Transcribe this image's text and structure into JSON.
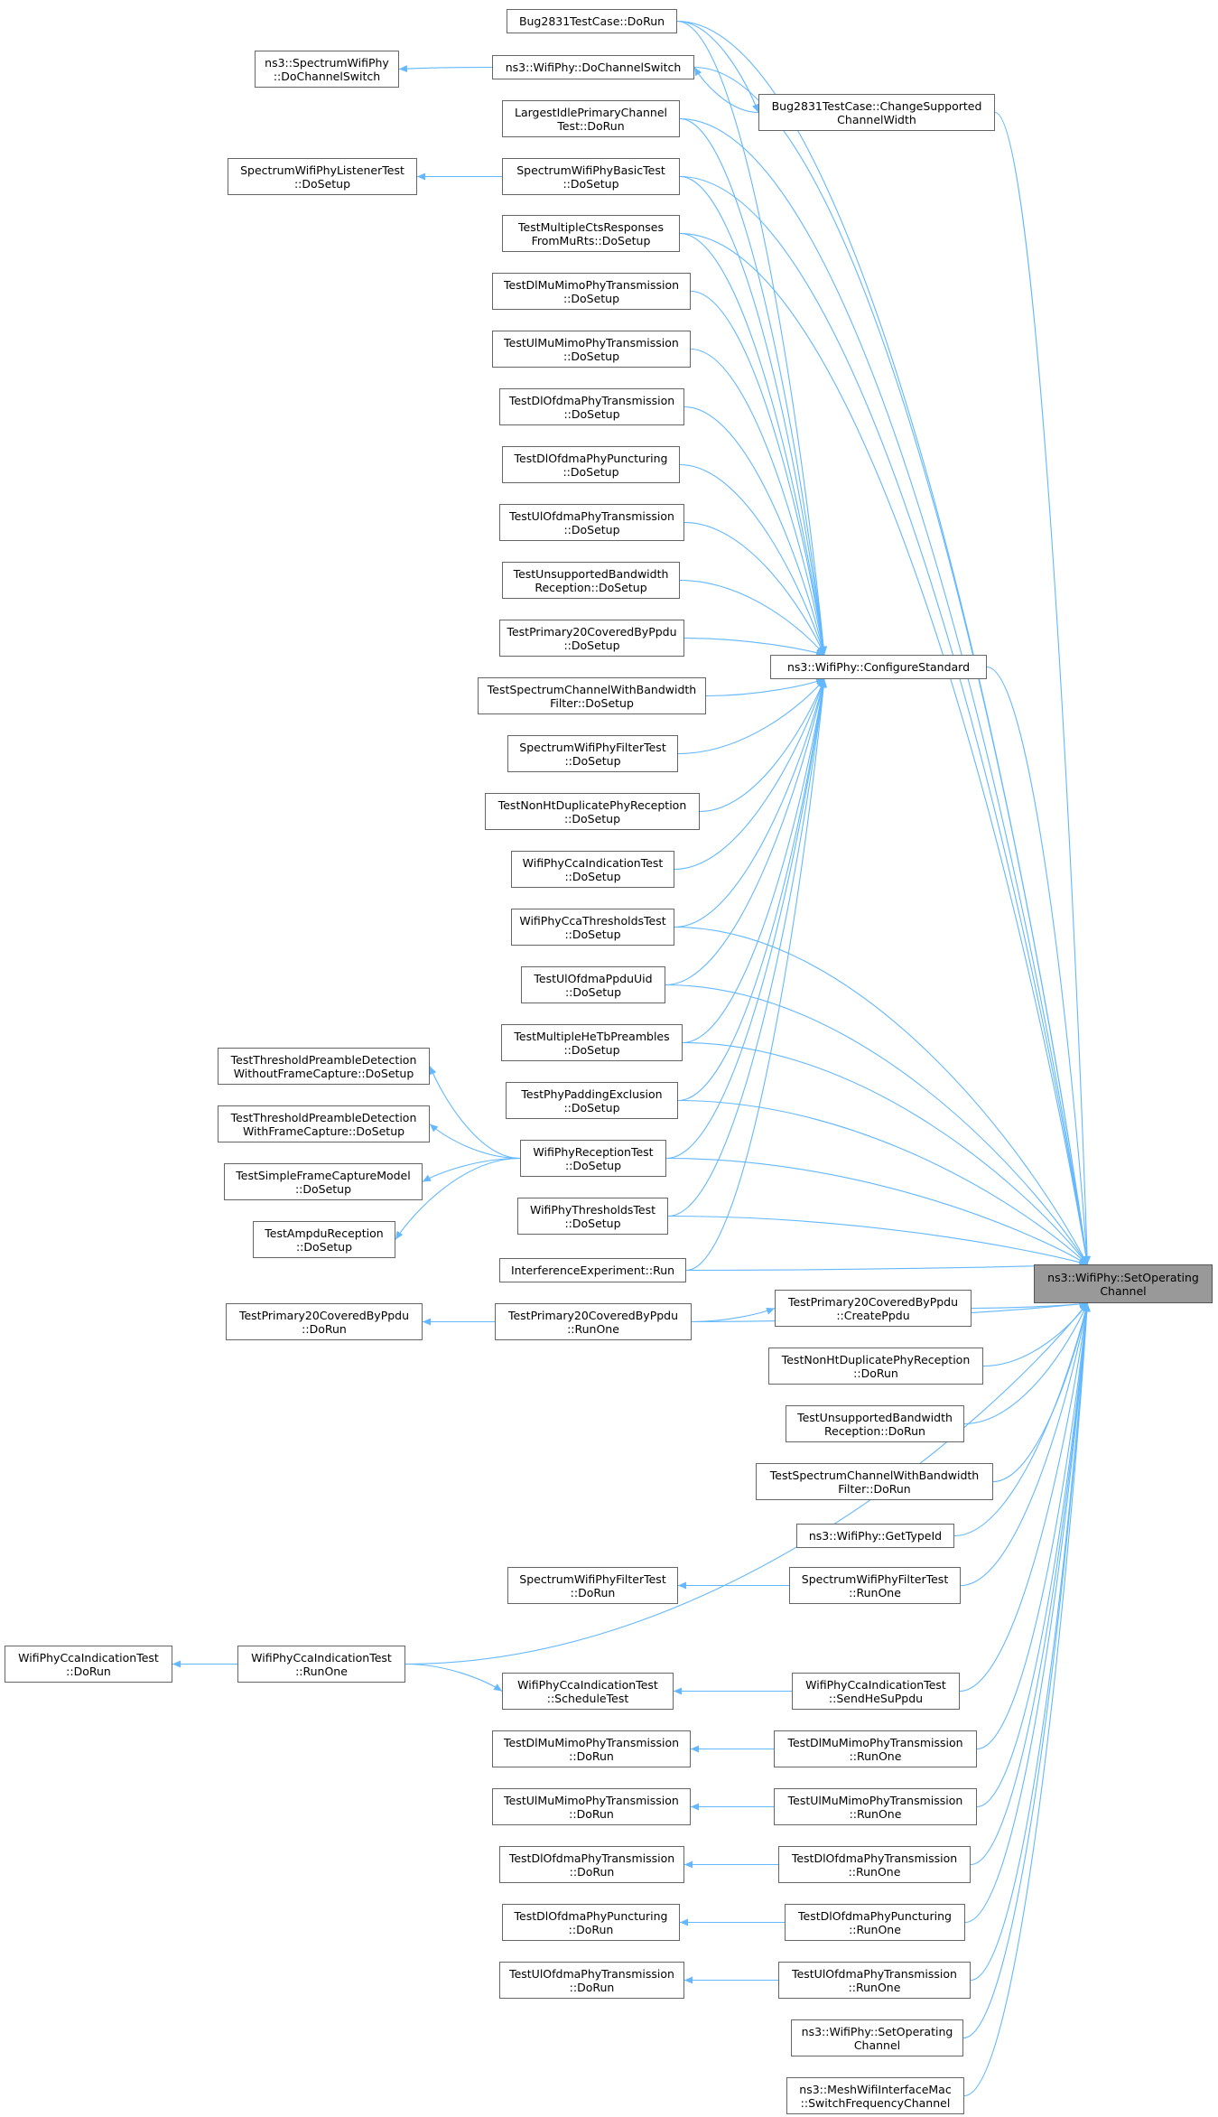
{
  "colors": {
    "edge": "#63b8ff",
    "node_border": "#666666",
    "focus_fill": "#999999",
    "background": "#ffffff"
  },
  "target_node": "setop",
  "nodes": [
    {
      "id": "setop",
      "lines": [
        "ns3::WifiPhy::SetOperating",
        "Channel"
      ],
      "focus": true
    },
    {
      "id": "bug_dorun",
      "lines": [
        "Bug2831TestCase::DoRun"
      ]
    },
    {
      "id": "spec_dochsw",
      "lines": [
        "ns3::SpectrumWifiPhy",
        "::DoChannelSwitch"
      ]
    },
    {
      "id": "dochsw",
      "lines": [
        "ns3::WifiPhy::DoChannelSwitch"
      ]
    },
    {
      "id": "bug_change",
      "lines": [
        "Bug2831TestCase::ChangeSupported",
        "ChannelWidth"
      ]
    },
    {
      "id": "largest",
      "lines": [
        "LargestIdlePrimaryChannel",
        "Test::DoRun"
      ]
    },
    {
      "id": "listener",
      "lines": [
        "SpectrumWifiPhyListenerTest",
        "::DoSetup"
      ]
    },
    {
      "id": "basic",
      "lines": [
        "SpectrumWifiPhyBasicTest",
        "::DoSetup"
      ]
    },
    {
      "id": "multicts",
      "lines": [
        "TestMultipleCtsResponses",
        "FromMuRts::DoSetup"
      ]
    },
    {
      "id": "dlmumimo_setup",
      "lines": [
        "TestDlMuMimoPhyTransmission",
        "::DoSetup"
      ]
    },
    {
      "id": "ulmumimo_setup",
      "lines": [
        "TestUlMuMimoPhyTransmission",
        "::DoSetup"
      ]
    },
    {
      "id": "dlofdma_setup",
      "lines": [
        "TestDlOfdmaPhyTransmission",
        "::DoSetup"
      ]
    },
    {
      "id": "dlpunct_setup",
      "lines": [
        "TestDlOfdmaPhyPuncturing",
        "::DoSetup"
      ]
    },
    {
      "id": "ulofdma_setup",
      "lines": [
        "TestUlOfdmaPhyTransmission",
        "::DoSetup"
      ]
    },
    {
      "id": "unsup_setup",
      "lines": [
        "TestUnsupportedBandwidth",
        "Reception::DoSetup"
      ]
    },
    {
      "id": "prim20_setup",
      "lines": [
        "TestPrimary20CoveredByPpdu",
        "::DoSetup"
      ]
    },
    {
      "id": "configstd",
      "lines": [
        "ns3::WifiPhy::ConfigureStandard"
      ]
    },
    {
      "id": "specchan_setup",
      "lines": [
        "TestSpectrumChannelWithBandwidth",
        "Filter::DoSetup"
      ]
    },
    {
      "id": "filter_setup",
      "lines": [
        "SpectrumWifiPhyFilterTest",
        "::DoSetup"
      ]
    },
    {
      "id": "nonht_setup",
      "lines": [
        "TestNonHtDuplicatePhyReception",
        "::DoSetup"
      ]
    },
    {
      "id": "cca_setup",
      "lines": [
        "WifiPhyCcaIndicationTest",
        "::DoSetup"
      ]
    },
    {
      "id": "ccathr_setup",
      "lines": [
        "WifiPhyCcaThresholdsTest",
        "::DoSetup"
      ]
    },
    {
      "id": "ppduuid_setup",
      "lines": [
        "TestUlOfdmaPpduUid",
        "::DoSetup"
      ]
    },
    {
      "id": "multihetb_setup",
      "lines": [
        "TestMultipleHeTbPreambles",
        "::DoSetup"
      ]
    },
    {
      "id": "padding_setup",
      "lines": [
        "TestPhyPaddingExclusion",
        "::DoSetup"
      ]
    },
    {
      "id": "thr_without",
      "lines": [
        "TestThresholdPreambleDetection",
        "WithoutFrameCapture::DoSetup"
      ]
    },
    {
      "id": "thr_with",
      "lines": [
        "TestThresholdPreambleDetection",
        "WithFrameCapture::DoSetup"
      ]
    },
    {
      "id": "simplecap",
      "lines": [
        "TestSimpleFrameCaptureModel",
        "::DoSetup"
      ]
    },
    {
      "id": "ampdu",
      "lines": [
        "TestAmpduReception",
        "::DoSetup"
      ]
    },
    {
      "id": "rx_setup",
      "lines": [
        "WifiPhyReceptionTest",
        "::DoSetup"
      ]
    },
    {
      "id": "thresholds_setup",
      "lines": [
        "WifiPhyThresholdsTest",
        "::DoSetup"
      ]
    },
    {
      "id": "interf",
      "lines": [
        "InterferenceExperiment::Run"
      ]
    },
    {
      "id": "prim20_dorun",
      "lines": [
        "TestPrimary20CoveredByPpdu",
        "::DoRun"
      ]
    },
    {
      "id": "prim20_runone",
      "lines": [
        "TestPrimary20CoveredByPpdu",
        "::RunOne"
      ]
    },
    {
      "id": "prim20_create",
      "lines": [
        "TestPrimary20CoveredByPpdu",
        "::CreatePpdu"
      ]
    },
    {
      "id": "nonht_dorun",
      "lines": [
        "TestNonHtDuplicatePhyReception",
        "::DoRun"
      ]
    },
    {
      "id": "unsup_dorun",
      "lines": [
        "TestUnsupportedBandwidth",
        "Reception::DoRun"
      ]
    },
    {
      "id": "specchan_dorun",
      "lines": [
        "TestSpectrumChannelWithBandwidth",
        "Filter::DoRun"
      ]
    },
    {
      "id": "gettypeid",
      "lines": [
        "ns3::WifiPhy::GetTypeId"
      ]
    },
    {
      "id": "filter_dorun",
      "lines": [
        "SpectrumWifiPhyFilterTest",
        "::DoRun"
      ]
    },
    {
      "id": "filter_runone",
      "lines": [
        "SpectrumWifiPhyFilterTest",
        "::RunOne"
      ]
    },
    {
      "id": "cca_dorun",
      "lines": [
        "WifiPhyCcaIndicationTest",
        "::DoRun"
      ]
    },
    {
      "id": "cca_runone",
      "lines": [
        "WifiPhyCcaIndicationTest",
        "::RunOne"
      ]
    },
    {
      "id": "cca_sched",
      "lines": [
        "WifiPhyCcaIndicationTest",
        "::ScheduleTest"
      ]
    },
    {
      "id": "cca_sendhe",
      "lines": [
        "WifiPhyCcaIndicationTest",
        "::SendHeSuPpdu"
      ]
    },
    {
      "id": "dlmumimo_dorun",
      "lines": [
        "TestDlMuMimoPhyTransmission",
        "::DoRun"
      ]
    },
    {
      "id": "dlmumimo_runone",
      "lines": [
        "TestDlMuMimoPhyTransmission",
        "::RunOne"
      ]
    },
    {
      "id": "ulmumimo_dorun",
      "lines": [
        "TestUlMuMimoPhyTransmission",
        "::DoRun"
      ]
    },
    {
      "id": "ulmumimo_runone",
      "lines": [
        "TestUlMuMimoPhyTransmission",
        "::RunOne"
      ]
    },
    {
      "id": "dlofdma_dorun",
      "lines": [
        "TestDlOfdmaPhyTransmission",
        "::DoRun"
      ]
    },
    {
      "id": "dlofdma_runone",
      "lines": [
        "TestDlOfdmaPhyTransmission",
        "::RunOne"
      ]
    },
    {
      "id": "dlpunct_dorun",
      "lines": [
        "TestDlOfdmaPhyPuncturing",
        "::DoRun"
      ]
    },
    {
      "id": "dlpunct_runone",
      "lines": [
        "TestDlOfdmaPhyPuncturing",
        "::RunOne"
      ]
    },
    {
      "id": "ulofdma_dorun",
      "lines": [
        "TestUlOfdmaPhyTransmission",
        "::DoRun"
      ]
    },
    {
      "id": "ulofdma_runone",
      "lines": [
        "TestUlOfdmaPhyTransmission",
        "::RunOne"
      ]
    },
    {
      "id": "setop2",
      "lines": [
        "ns3::WifiPhy::SetOperating",
        "Channel"
      ]
    },
    {
      "id": "mesh",
      "lines": [
        "ns3::MeshWifiInterfaceMac",
        "::SwitchFrequencyChannel"
      ]
    }
  ],
  "edges": [
    [
      "bug_dorun",
      "setop"
    ],
    [
      "bug_dorun",
      "bug_change"
    ],
    [
      "bug_dorun",
      "configstd"
    ],
    [
      "dochsw",
      "spec_dochsw"
    ],
    [
      "dochsw",
      "setop"
    ],
    [
      "bug_change",
      "setop"
    ],
    [
      "bug_change",
      "dochsw"
    ],
    [
      "largest",
      "setop"
    ],
    [
      "largest",
      "configstd"
    ],
    [
      "basic",
      "listener"
    ],
    [
      "basic",
      "setop"
    ],
    [
      "basic",
      "configstd"
    ],
    [
      "multicts",
      "setop"
    ],
    [
      "multicts",
      "configstd"
    ],
    [
      "dlmumimo_setup",
      "configstd"
    ],
    [
      "ulmumimo_setup",
      "configstd"
    ],
    [
      "dlofdma_setup",
      "configstd"
    ],
    [
      "dlpunct_setup",
      "configstd"
    ],
    [
      "ulofdma_setup",
      "configstd"
    ],
    [
      "unsup_setup",
      "configstd"
    ],
    [
      "prim20_setup",
      "configstd"
    ],
    [
      "specchan_setup",
      "configstd"
    ],
    [
      "filter_setup",
      "configstd"
    ],
    [
      "nonht_setup",
      "configstd"
    ],
    [
      "cca_setup",
      "configstd"
    ],
    [
      "ccathr_setup",
      "configstd"
    ],
    [
      "ccathr_setup",
      "setop"
    ],
    [
      "ppduuid_setup",
      "configstd"
    ],
    [
      "ppduuid_setup",
      "setop"
    ],
    [
      "multihetb_setup",
      "configstd"
    ],
    [
      "multihetb_setup",
      "setop"
    ],
    [
      "padding_setup",
      "configstd"
    ],
    [
      "padding_setup",
      "setop"
    ],
    [
      "rx_setup",
      "configstd"
    ],
    [
      "rx_setup",
      "setop"
    ],
    [
      "rx_setup",
      "thr_without"
    ],
    [
      "rx_setup",
      "thr_with"
    ],
    [
      "rx_setup",
      "simplecap"
    ],
    [
      "rx_setup",
      "ampdu"
    ],
    [
      "thresholds_setup",
      "configstd"
    ],
    [
      "thresholds_setup",
      "setop"
    ],
    [
      "interf",
      "configstd"
    ],
    [
      "interf",
      "setop"
    ],
    [
      "configstd",
      "setop"
    ],
    [
      "prim20_runone",
      "prim20_dorun"
    ],
    [
      "prim20_runone",
      "setop"
    ],
    [
      "prim20_runone",
      "prim20_create"
    ],
    [
      "prim20_create",
      "setop"
    ],
    [
      "nonht_dorun",
      "setop"
    ],
    [
      "unsup_dorun",
      "setop"
    ],
    [
      "specchan_dorun",
      "setop"
    ],
    [
      "gettypeid",
      "setop"
    ],
    [
      "filter_runone",
      "filter_dorun"
    ],
    [
      "filter_runone",
      "setop"
    ],
    [
      "cca_runone",
      "cca_dorun"
    ],
    [
      "cca_runone",
      "setop"
    ],
    [
      "cca_runone",
      "cca_sched"
    ],
    [
      "cca_sendhe",
      "cca_sched"
    ],
    [
      "cca_sendhe",
      "setop"
    ],
    [
      "dlmumimo_runone",
      "dlmumimo_dorun"
    ],
    [
      "dlmumimo_runone",
      "setop"
    ],
    [
      "ulmumimo_runone",
      "ulmumimo_dorun"
    ],
    [
      "ulmumimo_runone",
      "setop"
    ],
    [
      "dlofdma_runone",
      "dlofdma_dorun"
    ],
    [
      "dlofdma_runone",
      "setop"
    ],
    [
      "dlpunct_runone",
      "dlpunct_dorun"
    ],
    [
      "dlpunct_runone",
      "setop"
    ],
    [
      "ulofdma_runone",
      "ulofdma_dorun"
    ],
    [
      "ulofdma_runone",
      "setop"
    ],
    [
      "setop2",
      "setop"
    ],
    [
      "mesh",
      "setop"
    ]
  ]
}
